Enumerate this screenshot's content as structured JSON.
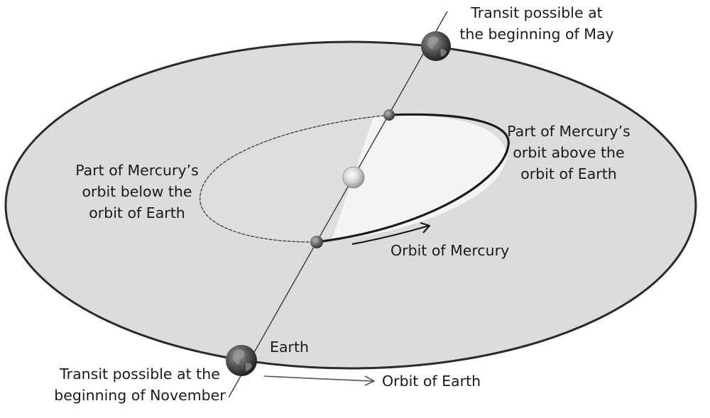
{
  "labels": {
    "may": {
      "line1": "Transit possible at",
      "line2": "the beginning of May"
    },
    "above": {
      "line1": "Part of Mercury’s",
      "line2": "orbit above the",
      "line3": "orbit of Earth"
    },
    "below": {
      "line1": "Part of Mercury’s",
      "line2": "orbit below the",
      "line3": "orbit of Earth"
    },
    "orbit_mercury": "Orbit of Mercury",
    "earth": "Earth",
    "november": {
      "line1": "Transit possible at the",
      "line2": "beginning of November"
    },
    "orbit_earth": "Orbit of Earth"
  },
  "colors": {
    "earth_orbit_fill": "#dcdcdc",
    "mercury_orbit_fill_lower": "#dedede",
    "mercury_orbit_fill_upper": "#f4f4f4",
    "orbit_stroke": "#2a2a2a",
    "node_line": "#3a3a3a",
    "sun": "#d4d4d4",
    "earth_globe": "#4a4a4a",
    "mercury_node": "#6e6e6e"
  },
  "icons": {
    "sun": "sun-icon",
    "earth": "earth-globe-icon",
    "mercury": "mercury-planet-icon"
  }
}
